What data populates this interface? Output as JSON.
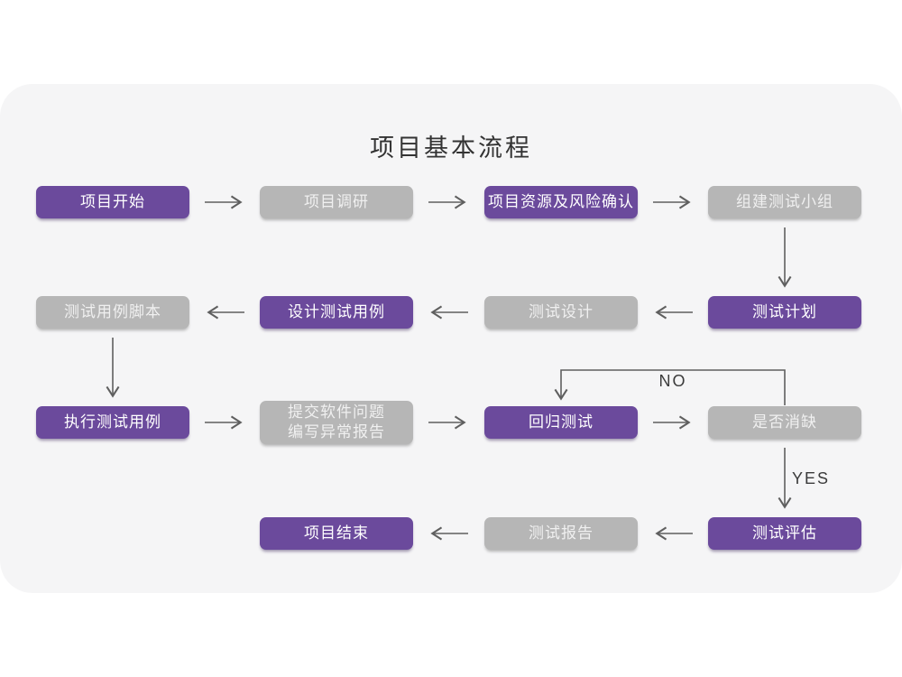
{
  "title": "项目基本流程",
  "colors": {
    "purple": "#6b4a9c",
    "gray": "#b6b6b6",
    "arrow": "#5f5f5f",
    "card_background": "#f5f5f6",
    "page_background": "#ffffff",
    "node_text_on_purple": "#ffffff",
    "node_text_on_gray": "#f0f0f0",
    "title_text": "#333333"
  },
  "diagram": {
    "nodes": [
      {
        "id": "project-start",
        "lines": [
          "项目开始"
        ],
        "variant": "purple",
        "row": 1,
        "col": 1
      },
      {
        "id": "project-research",
        "lines": [
          "项目调研"
        ],
        "variant": "gray",
        "row": 1,
        "col": 2
      },
      {
        "id": "resource-risk-confirm",
        "lines": [
          "项目资源及风险确认"
        ],
        "variant": "purple",
        "row": 1,
        "col": 3
      },
      {
        "id": "form-test-team",
        "lines": [
          "组建测试小组"
        ],
        "variant": "gray",
        "row": 1,
        "col": 4
      },
      {
        "id": "test-case-script",
        "lines": [
          "测试用例脚本"
        ],
        "variant": "gray",
        "row": 2,
        "col": 1
      },
      {
        "id": "design-test-cases",
        "lines": [
          "设计测试用例"
        ],
        "variant": "purple",
        "row": 2,
        "col": 2
      },
      {
        "id": "test-design",
        "lines": [
          "测试设计"
        ],
        "variant": "gray",
        "row": 2,
        "col": 3
      },
      {
        "id": "test-plan",
        "lines": [
          "测试计划"
        ],
        "variant": "purple",
        "row": 2,
        "col": 4
      },
      {
        "id": "execute-test-cases",
        "lines": [
          "执行测试用例"
        ],
        "variant": "purple",
        "row": 3,
        "col": 1
      },
      {
        "id": "submit-issue-report",
        "lines": [
          "提交软件问题",
          "编写异常报告"
        ],
        "variant": "gray",
        "row": 3,
        "col": 2
      },
      {
        "id": "regression-test",
        "lines": [
          "回归测试"
        ],
        "variant": "purple",
        "row": 3,
        "col": 3
      },
      {
        "id": "defect-resolved",
        "lines": [
          "是否消缺"
        ],
        "variant": "gray",
        "row": 3,
        "col": 4
      },
      {
        "id": "project-end",
        "lines": [
          "项目结束"
        ],
        "variant": "purple",
        "row": 4,
        "col": 2
      },
      {
        "id": "test-report",
        "lines": [
          "测试报告"
        ],
        "variant": "gray",
        "row": 4,
        "col": 3
      },
      {
        "id": "test-evaluation",
        "lines": [
          "测试评估"
        ],
        "variant": "purple",
        "row": 4,
        "col": 4
      }
    ],
    "edges": [
      {
        "from": "project-start",
        "to": "project-research"
      },
      {
        "from": "project-research",
        "to": "resource-risk-confirm"
      },
      {
        "from": "resource-risk-confirm",
        "to": "form-test-team"
      },
      {
        "from": "form-test-team",
        "to": "test-plan"
      },
      {
        "from": "test-plan",
        "to": "test-design"
      },
      {
        "from": "test-design",
        "to": "design-test-cases"
      },
      {
        "from": "design-test-cases",
        "to": "test-case-script"
      },
      {
        "from": "test-case-script",
        "to": "execute-test-cases"
      },
      {
        "from": "execute-test-cases",
        "to": "submit-issue-report"
      },
      {
        "from": "submit-issue-report",
        "to": "regression-test"
      },
      {
        "from": "regression-test",
        "to": "defect-resolved"
      },
      {
        "from": "defect-resolved",
        "to": "regression-test",
        "label": "NO"
      },
      {
        "from": "defect-resolved",
        "to": "test-evaluation",
        "label": "YES"
      },
      {
        "from": "test-evaluation",
        "to": "test-report"
      },
      {
        "from": "test-report",
        "to": "project-end"
      }
    ],
    "branch_labels": {
      "no": "NO",
      "yes": "YES"
    }
  }
}
